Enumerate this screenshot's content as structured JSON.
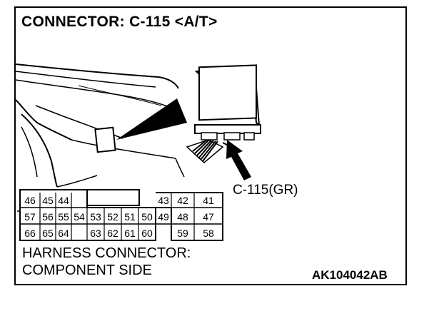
{
  "title": "CONNECTOR: C-115 <A/T>",
  "connector_label": "C-115(GR)",
  "connector_note_line1": "HARNESS CONNECTOR:",
  "connector_note_line2": "COMPONENT SIDE",
  "figure_id": "AK104042AB",
  "pins": {
    "row1_left": [
      "46",
      "45",
      "44"
    ],
    "row1_right": [
      "43",
      "42",
      "41"
    ],
    "row2": [
      "57",
      "56",
      "55",
      "54",
      "53",
      "52",
      "51",
      "50",
      "49",
      "48",
      "47"
    ],
    "row3_left": [
      "66",
      "65",
      "64"
    ],
    "row3_mid": [
      "63",
      "62",
      "61",
      "60"
    ],
    "row3_right": [
      "59",
      "58"
    ]
  }
}
